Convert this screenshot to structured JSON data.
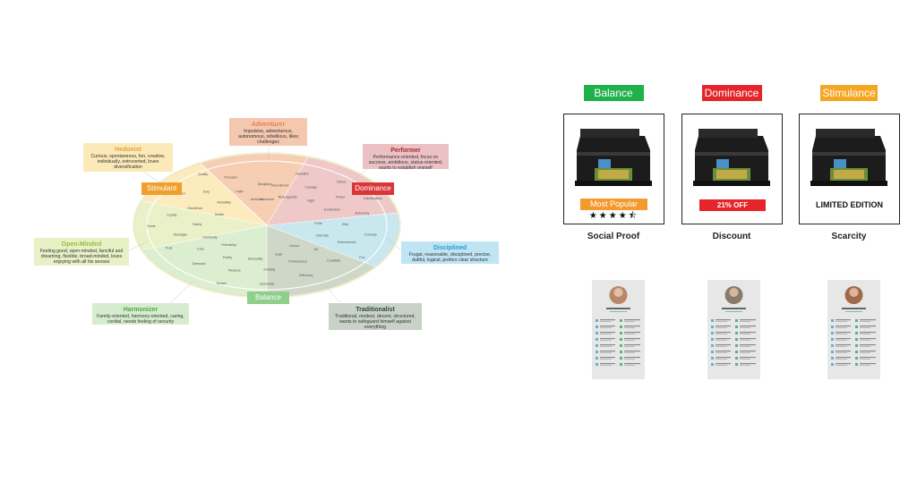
{
  "segments": [
    {
      "name": "Adventurer",
      "desc": "Impulsive, adventurous, autonomous, rebellious, likes challenges",
      "color": "#f4c7ae",
      "title_color": "#e3844f"
    },
    {
      "name": "Performer",
      "desc": "Performance-oriented, focus on success, ambitious, status-oriented, wants to establish oneself",
      "color": "#ecc1c5",
      "title_color": "#a42b2b"
    },
    {
      "name": "Hedonist",
      "desc": "Curious, spontaneous, fun, creative, individually, extroverted, loves diversification",
      "color": "#fbe9b8",
      "title_color": "#e2a23a"
    },
    {
      "name": "Disciplined",
      "desc": "Frugal, reasonable, disciplined, precise, dutiful, logical, prefers clear structure",
      "color": "#bfe4f3",
      "title_color": "#2b9cce"
    },
    {
      "name": "Open-Minded",
      "desc": "Feeling good, open-minded, fanciful and dreaming, flexible, broad-minded, loves enjoying with all his senses",
      "color": "#e8f0c6",
      "title_color": "#9bbd3a"
    },
    {
      "name": "Harmonizer",
      "desc": "Family-oriented, harmony-oriented, caring, cordial, needs feeling of security",
      "color": "#d6eccf",
      "title_color": "#52a644"
    },
    {
      "name": "Traditionalist",
      "desc": "Traditional, modest, decent, structured, wants to safeguard himself against everything",
      "color": "#c8d2c6",
      "title_color": "#2d4a36"
    }
  ],
  "wheel_tags": {
    "stimulant": {
      "label": "Stimulant",
      "color": "#ef9f2b"
    },
    "dominance": {
      "label": "Dominance",
      "color": "#d9363a"
    },
    "balance": {
      "label": "Balance",
      "color": "#8fcf8b"
    }
  },
  "wheel_words": [
    "Adventure",
    "Recruitment",
    "Rebellion",
    "Risk appetite",
    "Courage",
    "Victory",
    "Fight",
    "Power",
    "Individualism",
    "Excitement",
    "Autonomy",
    "Pride",
    "Elite",
    "Curiosity",
    "Diversity",
    "Enforcement",
    "Fun",
    "Art",
    "Creativity",
    "Humor",
    "Performance",
    "Efficiency",
    "Ease",
    "Fantasy",
    "Openness",
    "Sensuality",
    "Pleasure",
    "Dream",
    "Poetry",
    "Tolerance",
    "Friendship",
    "Care",
    "Trust",
    "Familiarity",
    "Nostalgia",
    "Home",
    "Safety",
    "Loyalty",
    "Health",
    "Obedience",
    "Tradition",
    "Reliability",
    "Duty",
    "Quality",
    "Logic",
    "Precision",
    "Ambition",
    "Discipline"
  ],
  "columns": [
    {
      "header": "Balance",
      "header_color": "#1fb14a",
      "badge": "Most Popular",
      "badge_color": "#f39a2e",
      "stars": "★★★★⯪",
      "label": "Social Proof"
    },
    {
      "header": "Dominance",
      "header_color": "#e4262b",
      "badge": "21% OFF",
      "badge_color": "#e4262b",
      "label": "Discount"
    },
    {
      "header": "Stimulance",
      "header_color": "#f5a623",
      "badge": "LIMITED EDITION",
      "label": "Scarcity"
    }
  ]
}
